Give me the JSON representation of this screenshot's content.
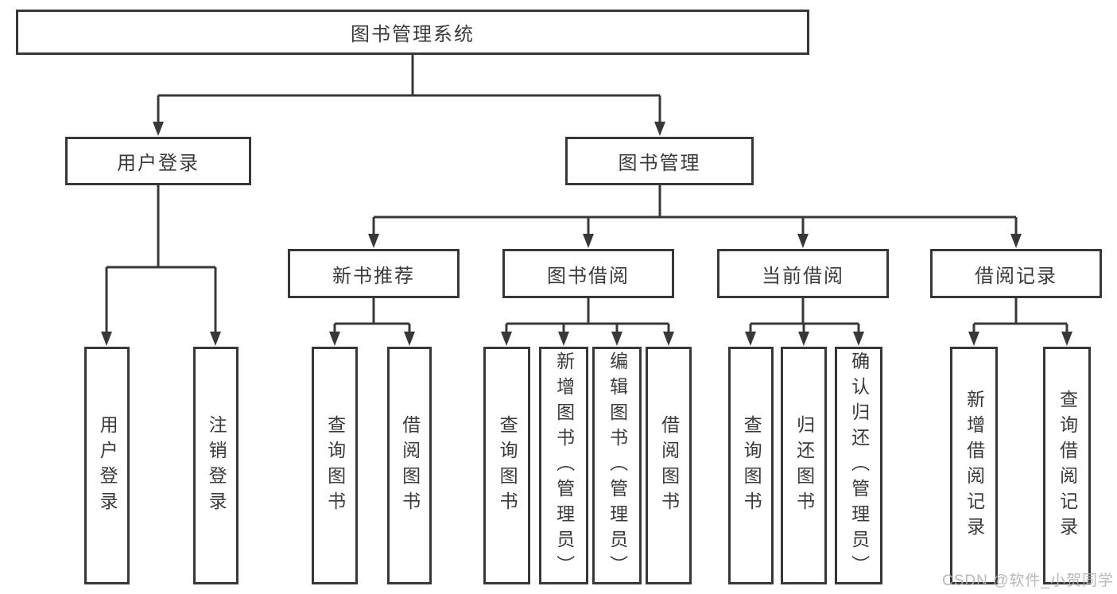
{
  "diagram": {
    "type": "hierarchy-tree",
    "colors": {
      "line": "#383838",
      "box_border": "#383838",
      "text": "#3a3a3a",
      "background": "#ffffff",
      "watermark": "#b2b2b2"
    },
    "root": {
      "label": "图书管理系统"
    },
    "level2": [
      {
        "label": "用户登录"
      },
      {
        "label": "图书管理"
      }
    ],
    "level3": [
      {
        "label": "新书推荐",
        "parent": "图书管理"
      },
      {
        "label": "图书借阅",
        "parent": "图书管理"
      },
      {
        "label": "当前借阅",
        "parent": "图书管理"
      },
      {
        "label": "借阅记录",
        "parent": "图书管理"
      }
    ],
    "leaves": [
      {
        "label": "用户登录",
        "parent": "用户登录"
      },
      {
        "label": "注销登录",
        "parent": "用户登录"
      },
      {
        "label": "查询图书",
        "parent": "新书推荐"
      },
      {
        "label": "借阅图书",
        "parent": "新书推荐"
      },
      {
        "label": "查询图书",
        "parent": "图书借阅"
      },
      {
        "label": "新增图书（管理员）",
        "parent": "图书借阅"
      },
      {
        "label": "编辑图书（管理员）",
        "parent": "图书借阅"
      },
      {
        "label": "借阅图书",
        "parent": "图书借阅"
      },
      {
        "label": "查询图书",
        "parent": "当前借阅"
      },
      {
        "label": "归还图书",
        "parent": "当前借阅"
      },
      {
        "label": "确认归还（管理员）",
        "parent": "当前借阅"
      },
      {
        "label": "新增借阅记录",
        "parent": "借阅记录"
      },
      {
        "label": "查询借阅记录",
        "parent": "借阅记录"
      }
    ],
    "watermark": "CSDN @软件_小贺同学"
  }
}
